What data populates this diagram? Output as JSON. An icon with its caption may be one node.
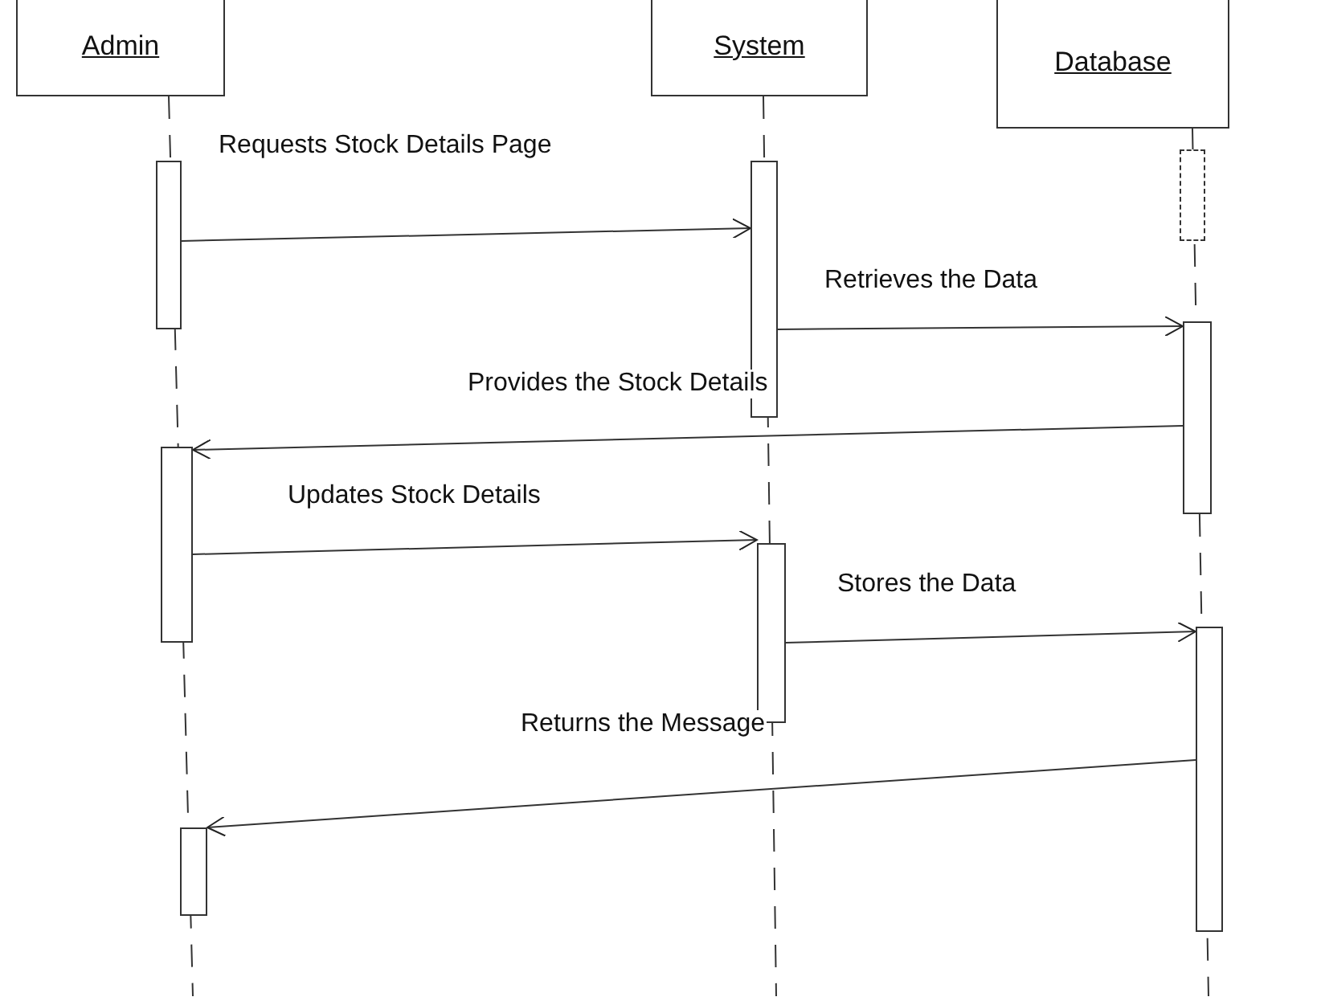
{
  "diagram": {
    "nodes": [
      {
        "text": [
          "Admin"
        ]
      },
      {
        "text": [
          "System"
        ]
      },
      {
        "text": [
          "Database"
        ]
      },
      {
        "text": [],
        "shape": "bar"
      },
      {
        "text": [],
        "shape": "bar"
      },
      {
        "text": [],
        "shape": "bar"
      },
      {
        "text": [],
        "shape": "bar"
      },
      {
        "text": [],
        "shape": "bar"
      },
      {
        "text": [],
        "shape": "bar"
      },
      {
        "text": [],
        "shape": "bar"
      },
      {
        "text": [],
        "shape": "bar"
      }
    ],
    "edges": [
      {
        "from": 3,
        "to": 6,
        "arrow": "to",
        "label": "Requests Stock Details Page"
      },
      {
        "from": 6,
        "to": 9,
        "arrow": "to",
        "label": "Retrieves the Data"
      },
      {
        "from": 9,
        "to": 4,
        "arrow": "to",
        "label": "Provides the Stock Details"
      },
      {
        "from": 4,
        "to": 7,
        "arrow": "to",
        "label": "Updates Stock Details"
      },
      {
        "from": 7,
        "to": 10,
        "arrow": "to",
        "label": "Stores the Data"
      },
      {
        "from": 10,
        "to": 5,
        "arrow": "to",
        "label": "Returns the Message"
      }
    ]
  }
}
